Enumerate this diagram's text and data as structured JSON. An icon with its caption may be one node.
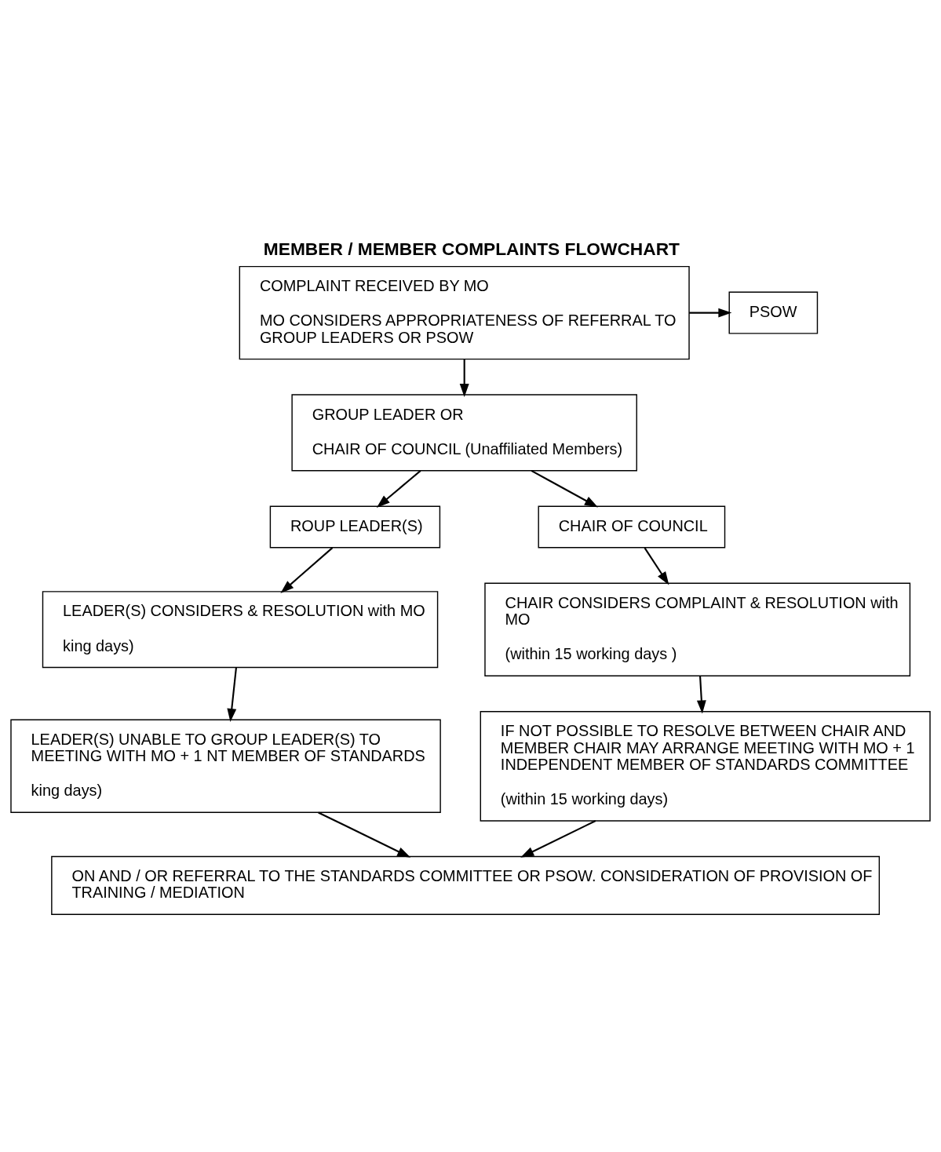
{
  "diagram": {
    "title": "MEMBER / MEMBER COMPLAINTS FLOWCHART",
    "nodes": [
      {
        "text": [
          "COMPLAINT RECEIVED BY MO",
          "MO CONSIDERS APPROPRIATENESS OF REFERRAL TO GROUP LEADERS OR PSOW"
        ]
      },
      {
        "text": [
          "PSOW"
        ]
      },
      {
        "text": [
          "GROUP LEADER OR",
          "CHAIR OF COUNCIL (Unaffiliated Members)"
        ]
      },
      {
        "text": [
          "ROUP LEADER(S)"
        ]
      },
      {
        "text": [
          "CHAIR OF COUNCIL"
        ]
      },
      {
        "text": [
          "LEADER(S) CONSIDERS & RESOLUTION with MO",
          "king days)"
        ]
      },
      {
        "text": [
          "CHAIR CONSIDERS COMPLAINT & RESOLUTION with MO",
          "(within 15 working days )"
        ]
      },
      {
        "text": [
          "LEADER(S) UNABLE TO GROUP LEADER(S) TO MEETING WITH MO + 1 NT MEMBER OF STANDARDS",
          "king days)"
        ]
      },
      {
        "text": [
          "IF NOT POSSIBLE TO RESOLVE BETWEEN CHAIR AND MEMBER CHAIR MAY ARRANGE MEETING WITH MO + 1 INDEPENDENT MEMBER OF STANDARDS COMMITTEE",
          "(within 15 working days)"
        ]
      },
      {
        "text": [
          "ON AND / OR REFERRAL TO THE STANDARDS COMMITTEE OR PSOW. CONSIDERATION OF PROVISION OF TRAINING / MEDIATION"
        ]
      }
    ],
    "edges": [
      {
        "from": 0,
        "to": 1,
        "arrow": "to"
      },
      {
        "from": 0,
        "to": 2,
        "arrow": "to"
      },
      {
        "from": 2,
        "to": 3,
        "arrow": "to"
      },
      {
        "from": 2,
        "to": 4,
        "arrow": "to"
      },
      {
        "from": 3,
        "to": 5,
        "arrow": "to"
      },
      {
        "from": 4,
        "to": 6,
        "arrow": "to"
      },
      {
        "from": 5,
        "to": 7,
        "arrow": "to"
      },
      {
        "from": 6,
        "to": 8,
        "arrow": "to"
      },
      {
        "from": 7,
        "to": 9,
        "arrow": "to"
      },
      {
        "from": 8,
        "to": 9,
        "arrow": "to"
      }
    ]
  }
}
